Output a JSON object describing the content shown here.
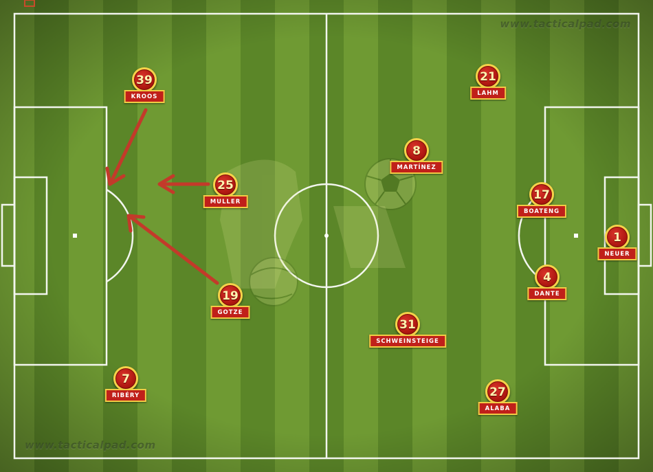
{
  "watermark": {
    "top": "www.tacticalpad.com",
    "bottom": "www.tacticalpad.com"
  },
  "colors": {
    "stripe_light": "#6f9a33",
    "stripe_dark": "#5b8628",
    "line": "#ffffff",
    "arrow": "#c33a2a",
    "token_fill": "#c0201a",
    "token_border": "#f1cd45"
  },
  "players": [
    {
      "number": "39",
      "name": "KROOS"
    },
    {
      "number": "25",
      "name": "MULLER"
    },
    {
      "number": "19",
      "name": "GOTZE"
    },
    {
      "number": "7",
      "name": "RIBÉRY"
    },
    {
      "number": "21",
      "name": "LAHM"
    },
    {
      "number": "8",
      "name": "MARTÍNEZ"
    },
    {
      "number": "17",
      "name": "BOATENG"
    },
    {
      "number": "1",
      "name": "NEUER"
    },
    {
      "number": "4",
      "name": "DANTE"
    },
    {
      "number": "31",
      "name": "SCHWEINSTEIGE"
    },
    {
      "number": "27",
      "name": "ALABA"
    }
  ],
  "arrows": [
    {
      "from": "KROOS",
      "to_area": "penalty-box-left"
    },
    {
      "from": "MULLER",
      "to_area": "penalty-arc-left"
    },
    {
      "from": "GOTZE",
      "to_area": "penalty-arc-left"
    }
  ],
  "icons": [
    "football-icon",
    "kit-watermark-icon",
    "soccer-ball-icon"
  ]
}
